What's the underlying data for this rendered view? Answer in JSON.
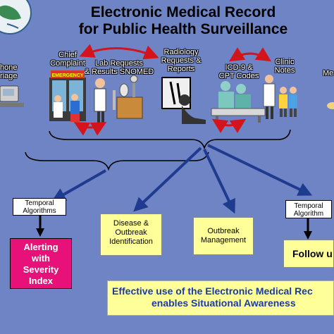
{
  "title": {
    "line1": "Electronic Medical Record",
    "line2": "for Public Health Surveillance"
  },
  "sources": [
    {
      "line1": "hone",
      "line2": "riage"
    },
    {
      "line1": "Chief",
      "line2": "Complaint",
      "sign": "EMERGENCY"
    },
    {
      "line1": "Lab Requests",
      "line2": "& Results SNOMED"
    },
    {
      "line1": "Radiology",
      "line2": "Requests &",
      "line3": "Reports"
    },
    {
      "line1": "ICD-9 &",
      "line2": "CPT Codes"
    },
    {
      "line1": "Clinic",
      "line2": "Notes"
    },
    {
      "line1": "Me"
    }
  ],
  "boxes": {
    "temporal_left": {
      "line1": "Temporal",
      "line2": "Algorithms"
    },
    "temporal_right": {
      "line1": "Temporal",
      "line2": "Algorithm"
    },
    "disease": {
      "line1": "Disease &",
      "line2": "Outbreak",
      "line3": "Identification"
    },
    "outbreak_mgmt": {
      "line1": "Outbreak",
      "line2": "Management"
    },
    "alerting": {
      "line1": "Alerting",
      "line2": "with",
      "line3": "Severity",
      "line4": "Index"
    },
    "follow": "Follow u"
  },
  "banner": {
    "line1": "Effective use of the Electronic Medical Rec",
    "line2": "enables Situational Awareness"
  },
  "colors": {
    "background": "#6e84c4",
    "arrow_blue": "#1f3b8f",
    "arrow_red": "#d4141c",
    "alert": "#e8117a",
    "box_yellow": "#ffff99",
    "banner_text": "#1a3aa6"
  }
}
